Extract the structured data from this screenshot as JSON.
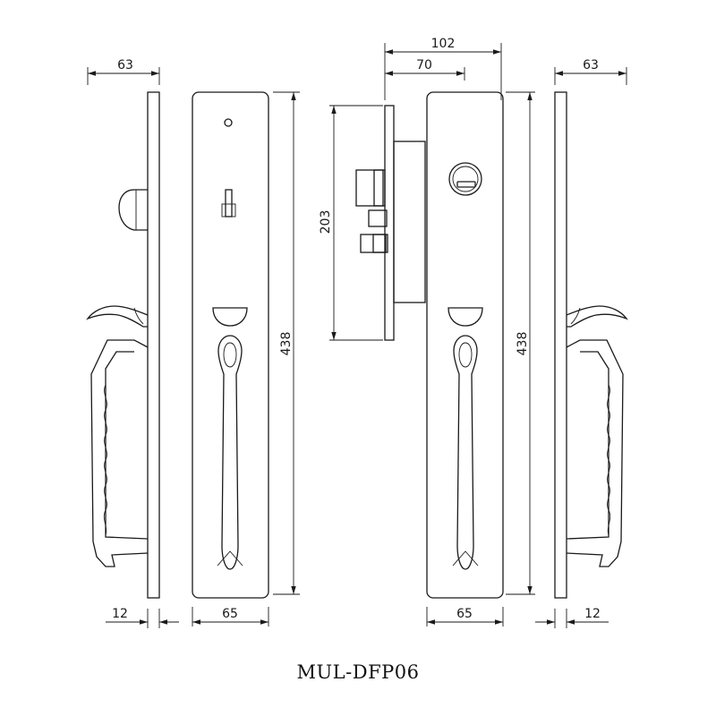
{
  "dimensions": {
    "left_width": "63",
    "right_width": "63",
    "depth_total": "102",
    "depth_inner": "70",
    "backset_height": "203",
    "front_height": "438",
    "back_height": "438",
    "front_width": "65",
    "back_width": "65",
    "left_thickness": "12",
    "right_thickness": "12"
  },
  "model_label": "MUL-DFP06",
  "colors": {
    "line": "#1a1a1a",
    "background": "#ffffff"
  }
}
